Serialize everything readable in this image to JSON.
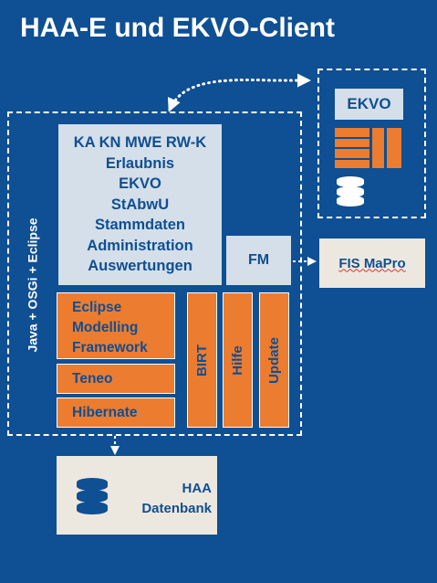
{
  "title": "HAA-E und EKVO-Client",
  "client_modules": [
    "KA KN MWE RW-K",
    "Erlaubnis",
    "EKVO",
    "StAbwU",
    "Stammdaten",
    "Administration",
    "Auswertungen"
  ],
  "fm_label": "FM",
  "fis_label": "FIS MaPro",
  "ekvo_label": "EKVO",
  "side_label": "Java + OSGi + Eclipse",
  "stack": {
    "emf": [
      "Eclipse",
      "Modelling",
      "Framework"
    ],
    "teneo": "Teneo",
    "hibernate": "Hibernate"
  },
  "vertical_boxes": [
    "BIRT",
    "Hilfe",
    "Update"
  ],
  "haa_db": [
    "HAA",
    "Datenbank"
  ],
  "icons": {
    "database": "database-icon",
    "table": "table-icon"
  },
  "colors": {
    "background": "#0f4f93",
    "light_box": "#d4dfe9",
    "orange": "#ec7c2f",
    "beige": "#ede8df"
  }
}
